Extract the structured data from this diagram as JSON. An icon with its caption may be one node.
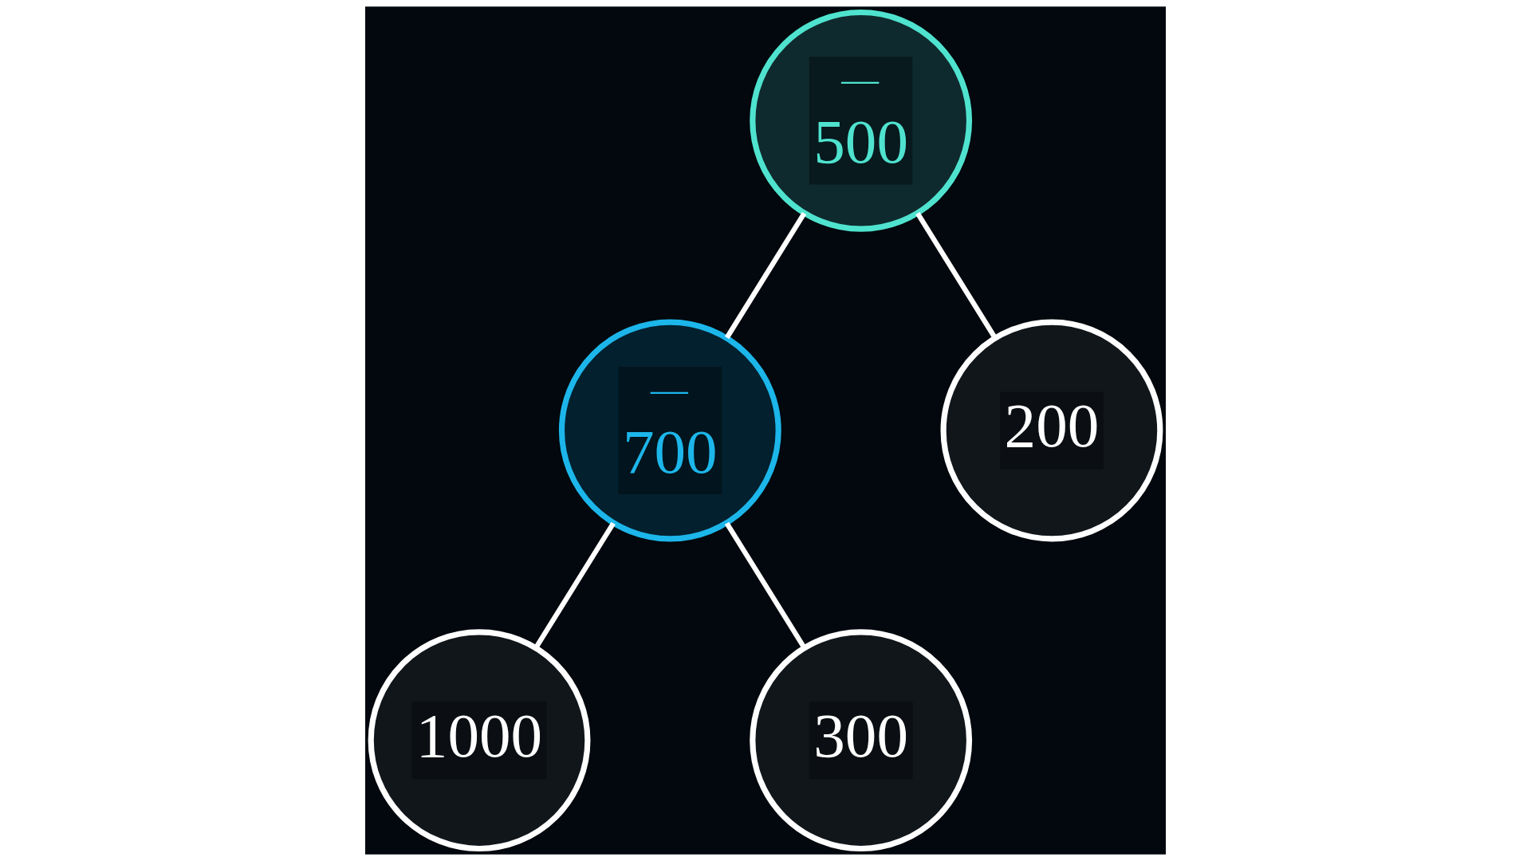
{
  "diagram": {
    "nodes": [
      {
        "text": [
          "—",
          "500"
        ]
      },
      {
        "text": [
          "—",
          "700"
        ]
      },
      {
        "text": [
          "200"
        ]
      },
      {
        "text": [
          "1000"
        ]
      },
      {
        "text": [
          "300"
        ]
      }
    ],
    "edges": [
      {
        "from": 0,
        "to": 1,
        "arrow": "none"
      },
      {
        "from": 0,
        "to": 2,
        "arrow": "none"
      },
      {
        "from": 1,
        "to": 3,
        "arrow": "none"
      },
      {
        "from": 1,
        "to": 4,
        "arrow": "none"
      }
    ]
  }
}
